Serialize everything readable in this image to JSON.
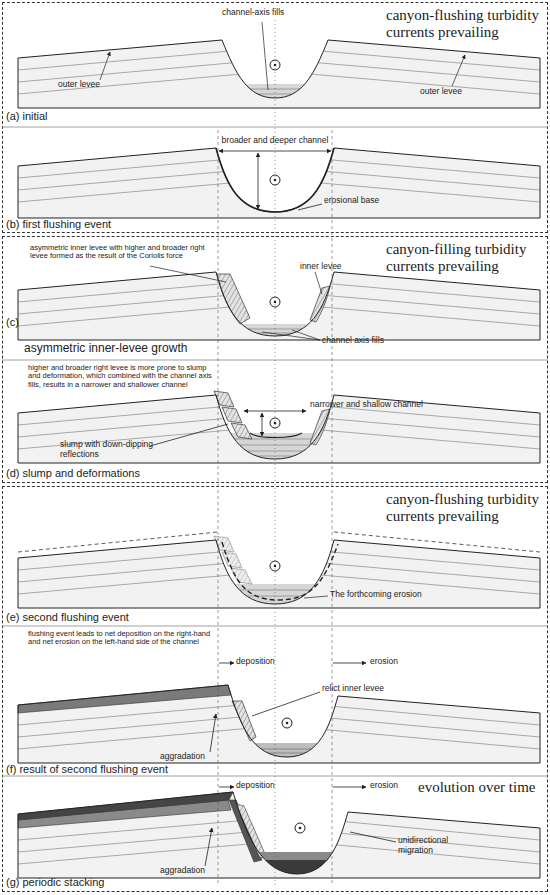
{
  "diagram": {
    "nodes": [
      {
        "text": [
          "canyon-flushing turbidity currents prevailing"
        ]
      },
      {
        "text": [
          "canyon-filling turbidity currents prevailing"
        ]
      },
      {
        "text": [
          "canyon-flushing turbidity currents prevailing"
        ]
      }
    ],
    "labels": [
      "channel-axis fills",
      "outer levee",
      "outer levee",
      "(a) initial",
      "broader and deeper channel",
      "erosional base",
      "(b) first flushing event",
      "asymmetric inner levee with higher and broader right levee formed as the result of the Coriolis force",
      "inner levee",
      "channel axis fills",
      "(c)",
      "asymmetric inner-levee growth",
      "higher and broader right levee is more prone to slump and deformation, which combined with the channel axis fills, results in a narrower and shallower channel",
      "narrower and shallow channel",
      "slump with down-dipping reflections",
      "(d) slump and deformations",
      "The forthcoming erosion",
      "(e) second flushing event",
      "flushing event leads to net deposition on the right-hand and net erosion on the left-hand side of the channel",
      "deposition",
      "erosion",
      "relict inner levee",
      "aggradation",
      "(f) result of second flushing event",
      "deposition",
      "erosion",
      "evolution over time",
      "unidirectional migration",
      "aggradation",
      "(g) periodic stacking"
    ]
  }
}
